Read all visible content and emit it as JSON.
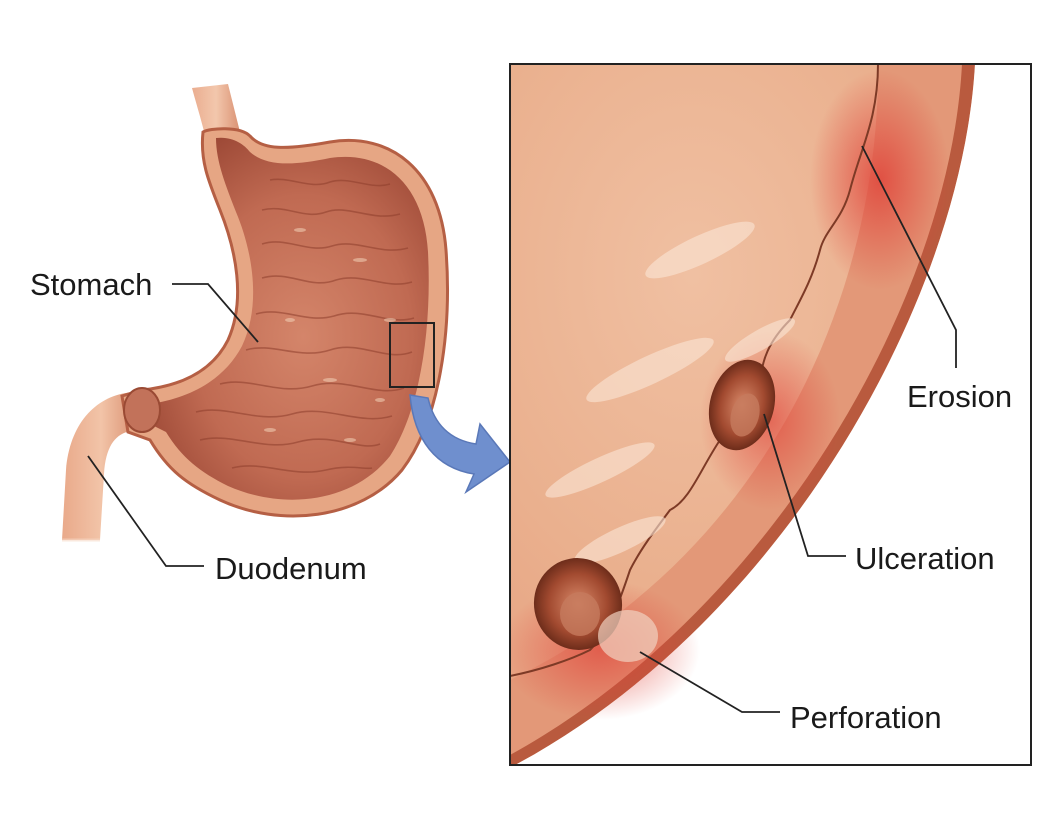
{
  "labels": {
    "stomach": "Stomach",
    "duodenum": "Duodenum",
    "erosion": "Erosion",
    "ulceration": "Ulceration",
    "perforation": "Perforation"
  },
  "colors": {
    "stomach_outer": "#e3a07e",
    "stomach_inner": "#b55a45",
    "mucosa": "#c97a5e",
    "wall": "#d88c68",
    "wall_dark": "#b8573c",
    "inflamed": "#d94a3c",
    "crater": "#8a3a24",
    "arrow": "#6f8fce",
    "leader": "#222222"
  }
}
